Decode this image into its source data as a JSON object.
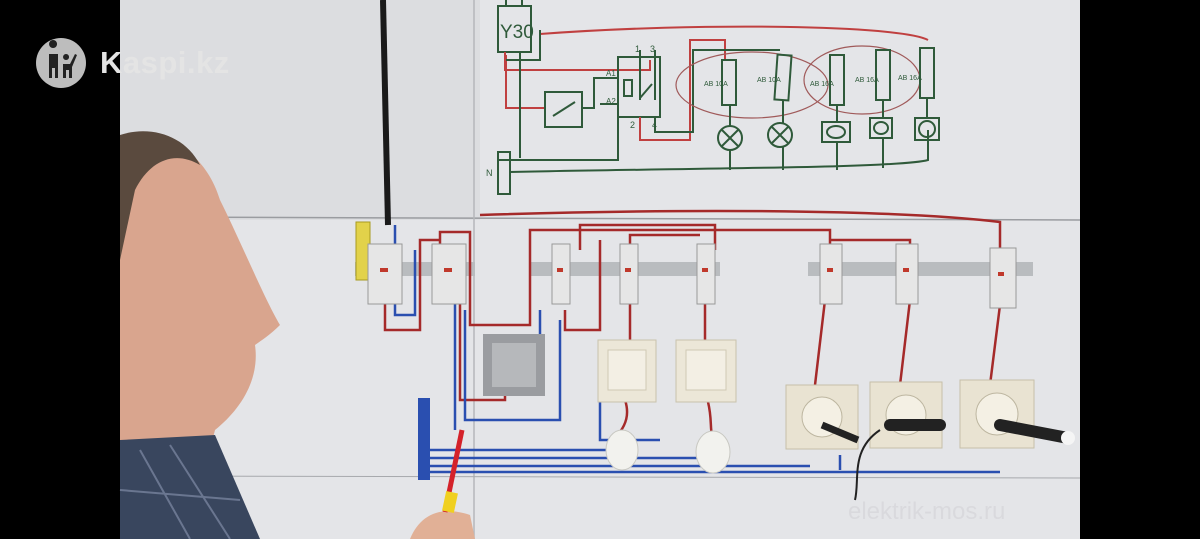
{
  "watermarks": {
    "brand": "Kaspi.kz",
    "site": "elektrik-mos.ru"
  },
  "diagram": {
    "rcd_label": "Y30",
    "relay_terms": [
      "A1",
      "A2",
      "1",
      "3",
      "2",
      "4"
    ],
    "breakers": [
      "AB 10A",
      "AB 10A",
      "AB 16A",
      "AB 16A",
      "AB 16A"
    ],
    "neutral_label": "N"
  },
  "colors": {
    "board": "#e6e7ea",
    "wire_red": "#b03030",
    "wire_blue": "#2a4fb0",
    "pen_green": "#2f5a3a",
    "pen_red": "#c04040"
  }
}
